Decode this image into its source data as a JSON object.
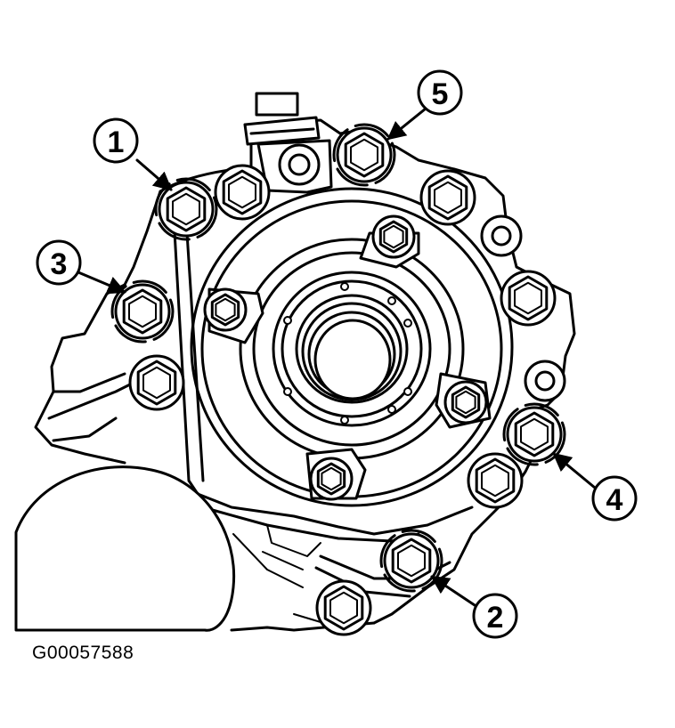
{
  "figure_id": "G00057588",
  "callouts": [
    {
      "number": "1"
    },
    {
      "number": "2"
    },
    {
      "number": "3"
    },
    {
      "number": "4"
    },
    {
      "number": "5"
    }
  ]
}
